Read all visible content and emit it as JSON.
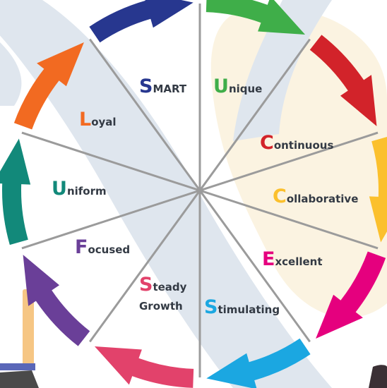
{
  "colors": {
    "spoke": "#9b9b9b",
    "text": "#333a44",
    "bg_blue": "#dfe6ee",
    "bg_cream": "#fbf3e1"
  },
  "segments": [
    {
      "id": "unique",
      "initial": "U",
      "rest": "nique",
      "color": "#3fae49"
    },
    {
      "id": "continuous",
      "initial": "C",
      "rest": "ontinuous",
      "color": "#d2232a"
    },
    {
      "id": "collaborative",
      "initial": "C",
      "rest": "ollaborative",
      "color": "#fbc02d"
    },
    {
      "id": "excellent",
      "initial": "E",
      "rest": "xcellent",
      "color": "#e5007e"
    },
    {
      "id": "stimulating",
      "initial": "S",
      "rest": "timulating",
      "color": "#1ba7e1"
    },
    {
      "id": "steady-growth",
      "initial": "S",
      "rest": "teady",
      "rest2": "Growth",
      "color": "#e2426b"
    },
    {
      "id": "focused",
      "initial": "F",
      "rest": "ocused",
      "color": "#6a3f98"
    },
    {
      "id": "uniform",
      "initial": "U",
      "rest": "niform",
      "color": "#12897a"
    },
    {
      "id": "loyal",
      "initial": "L",
      "rest": "oyal",
      "color": "#f26a21"
    },
    {
      "id": "smart",
      "initial": "S",
      "rest": "MART",
      "color": "#27378f"
    }
  ]
}
